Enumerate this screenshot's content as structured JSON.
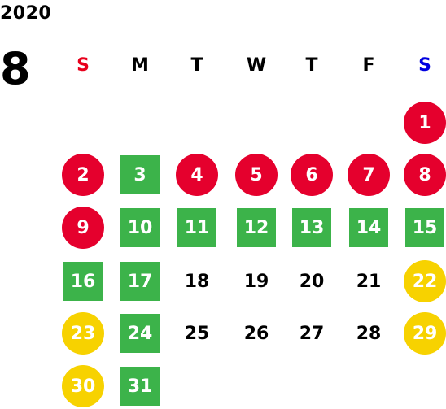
{
  "header": {
    "year": "2020",
    "month": "8"
  },
  "colors": {
    "sunday_label": "#e8001c",
    "saturday_label": "#0000e0",
    "weekday_label": "#000000",
    "red_circle": "#e5002d",
    "green_square": "#3cb34a",
    "yellow_circle": "#f7d200",
    "plain_text": "#000000"
  },
  "weekdays": [
    "S",
    "M",
    "T",
    "W",
    "T",
    "F",
    "S"
  ],
  "weeks": [
    [
      null,
      null,
      null,
      null,
      null,
      null,
      {
        "day": "1",
        "style": "red"
      }
    ],
    [
      {
        "day": "2",
        "style": "red"
      },
      {
        "day": "3",
        "style": "green"
      },
      {
        "day": "4",
        "style": "red"
      },
      {
        "day": "5",
        "style": "red"
      },
      {
        "day": "6",
        "style": "red"
      },
      {
        "day": "7",
        "style": "red"
      },
      {
        "day": "8",
        "style": "red"
      }
    ],
    [
      {
        "day": "9",
        "style": "red"
      },
      {
        "day": "10",
        "style": "green"
      },
      {
        "day": "11",
        "style": "green"
      },
      {
        "day": "12",
        "style": "green"
      },
      {
        "day": "13",
        "style": "green"
      },
      {
        "day": "14",
        "style": "green"
      },
      {
        "day": "15",
        "style": "green"
      }
    ],
    [
      {
        "day": "16",
        "style": "green"
      },
      {
        "day": "17",
        "style": "green"
      },
      {
        "day": "18",
        "style": "plain"
      },
      {
        "day": "19",
        "style": "plain"
      },
      {
        "day": "20",
        "style": "plain"
      },
      {
        "day": "21",
        "style": "plain"
      },
      {
        "day": "22",
        "style": "yellow"
      }
    ],
    [
      {
        "day": "23",
        "style": "yellow"
      },
      {
        "day": "24",
        "style": "green"
      },
      {
        "day": "25",
        "style": "plain"
      },
      {
        "day": "26",
        "style": "plain"
      },
      {
        "day": "27",
        "style": "plain"
      },
      {
        "day": "28",
        "style": "plain"
      },
      {
        "day": "29",
        "style": "yellow"
      }
    ],
    [
      {
        "day": "30",
        "style": "yellow"
      },
      {
        "day": "31",
        "style": "green"
      },
      null,
      null,
      null,
      null,
      null
    ]
  ]
}
